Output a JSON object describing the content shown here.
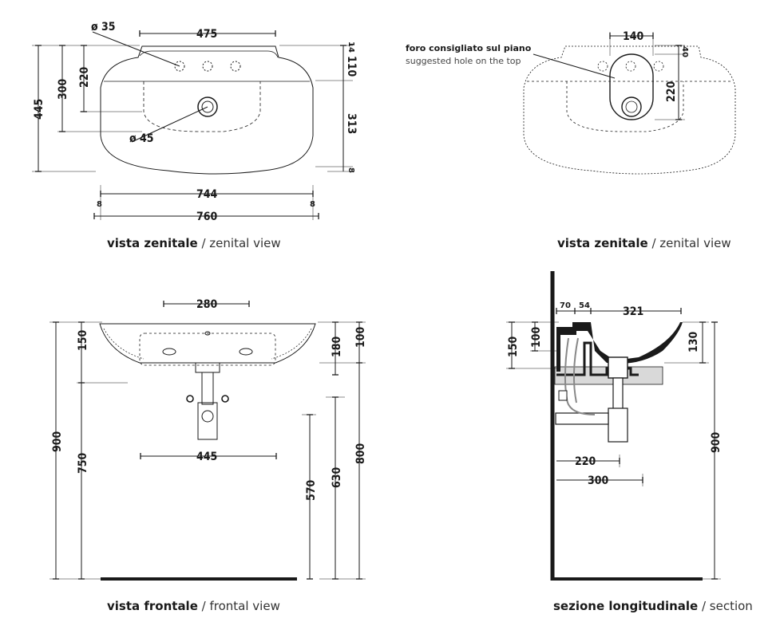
{
  "views": {
    "zenital_top": {
      "caption_bold": "vista zenitale",
      "caption_rest": " / zenital view",
      "dims": {
        "d35": "ø 35",
        "d475": "475",
        "d14": "14",
        "d220": "220",
        "d300": "300",
        "d445": "445",
        "d110": "110",
        "d313": "313",
        "d45": "ø 45",
        "d8r": "8",
        "d744": "744",
        "d8a": "8",
        "d8b": "8",
        "d760": "760"
      }
    },
    "zenital_hole": {
      "caption_bold": "vista zenitale",
      "caption_rest": " / zenital view",
      "note_it": "foro consigliato sul piano",
      "note_en": "suggested hole on the top",
      "dims": {
        "d140": "140",
        "d40": "40",
        "d220": "220"
      }
    },
    "frontal": {
      "caption_bold": "vista frontale",
      "caption_rest": " / frontal view",
      "dims": {
        "d280": "280",
        "d150": "150",
        "d180": "180",
        "d100": "100",
        "d900": "900",
        "d750": "750",
        "d445": "445",
        "d570": "570",
        "d630": "630",
        "d800": "800"
      }
    },
    "section": {
      "caption_bold": "sezione longitudinale",
      "caption_rest": " / section",
      "dims": {
        "d70": "70",
        "d54": "54",
        "d321": "321",
        "d150": "150",
        "d100": "100",
        "d130": "130",
        "d900": "900",
        "d220": "220",
        "d300": "300"
      }
    }
  }
}
